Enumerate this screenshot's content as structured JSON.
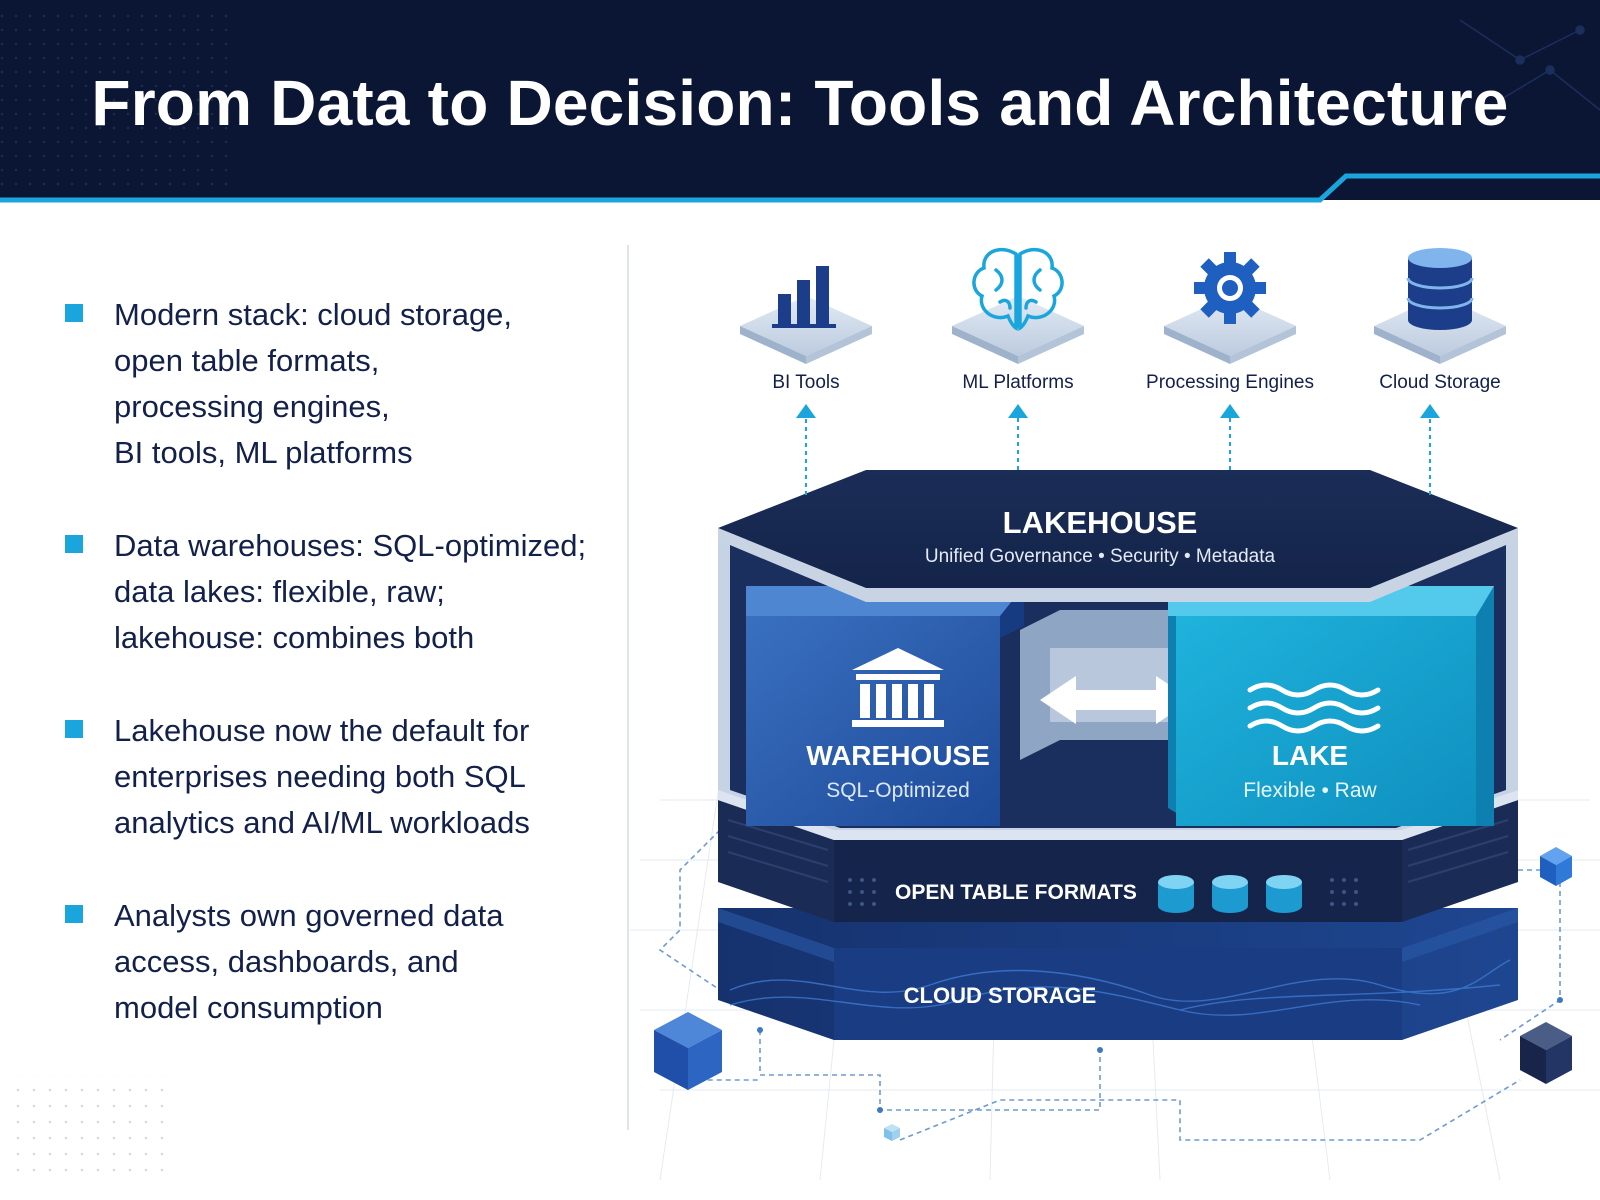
{
  "title": "From Data to Decision: Tools and Architecture",
  "bullets": [
    {
      "lines": [
        "Modern stack: cloud storage,",
        "open table formats,",
        "processing engines,",
        "BI tools, ML platforms"
      ]
    },
    {
      "lines": [
        "Data warehouses: SQL-optimized;",
        "data lakes: flexible, raw;",
        "lakehouse: combines both"
      ]
    },
    {
      "lines": [
        "Lakehouse now the default for",
        "enterprises needing both SQL",
        "analytics and AI/ML workloads"
      ]
    },
    {
      "lines": [
        "Analysts own governed data",
        "access, dashboards, and",
        "model consumption"
      ]
    }
  ],
  "tools": [
    {
      "label": "BI Tools",
      "icon": "bar-chart-icon"
    },
    {
      "label": "ML Platforms",
      "icon": "brain-icon"
    },
    {
      "label": "Processing Engines",
      "icon": "gear-icon"
    },
    {
      "label": "Cloud Storage",
      "icon": "database-icon"
    }
  ],
  "lakehouse": {
    "title": "LAKEHOUSE",
    "subtitle": "Unified Governance • Security • Metadata"
  },
  "warehouse": {
    "title": "WAREHOUSE",
    "subtitle": "SQL-Optimized",
    "icon": "bank-building-icon"
  },
  "lake": {
    "title": "LAKE",
    "subtitle": "Flexible • Raw",
    "icon": "water-waves-icon"
  },
  "open_table_formats": {
    "label": "OPEN TABLE FORMATS"
  },
  "cloud_storage_layer": {
    "label": "CLOUD STORAGE"
  },
  "colors": {
    "navy": "#0b1634",
    "accent": "#1aa6dc",
    "warehouse": "#2457a6",
    "lake": "#14a4cf"
  }
}
